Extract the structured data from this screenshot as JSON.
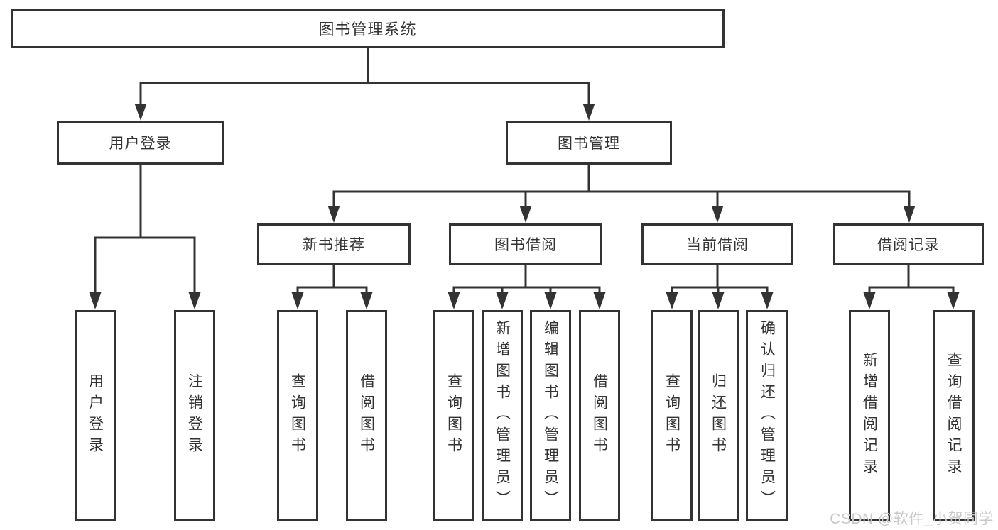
{
  "diagram": {
    "type": "hierarchy-tree",
    "root": {
      "label": "图书管理系统",
      "children": [
        {
          "label": "用户登录",
          "children": [
            {
              "label": "用户登录"
            },
            {
              "label": "注销登录"
            }
          ]
        },
        {
          "label": "图书管理",
          "children": [
            {
              "label": "新书推荐",
              "children": [
                {
                  "label": "查询图书"
                },
                {
                  "label": "借阅图书"
                }
              ]
            },
            {
              "label": "图书借阅",
              "children": [
                {
                  "label": "查询图书"
                },
                {
                  "label": "新增图书（管理员）"
                },
                {
                  "label": "编辑图书（管理员）"
                },
                {
                  "label": "借阅图书"
                }
              ]
            },
            {
              "label": "当前借阅",
              "children": [
                {
                  "label": "查询图书"
                },
                {
                  "label": "归还图书"
                },
                {
                  "label": "确认归还（管理员）"
                }
              ]
            },
            {
              "label": "借阅记录",
              "children": [
                {
                  "label": "新增借阅记录"
                },
                {
                  "label": "查询借阅记录"
                }
              ]
            }
          ]
        }
      ]
    }
  },
  "watermark": "CSDN @软件_小贺同学",
  "colors": {
    "line": "#333333",
    "text": "#333333",
    "background": "#ffffff",
    "watermark": "#c9c9c9"
  }
}
